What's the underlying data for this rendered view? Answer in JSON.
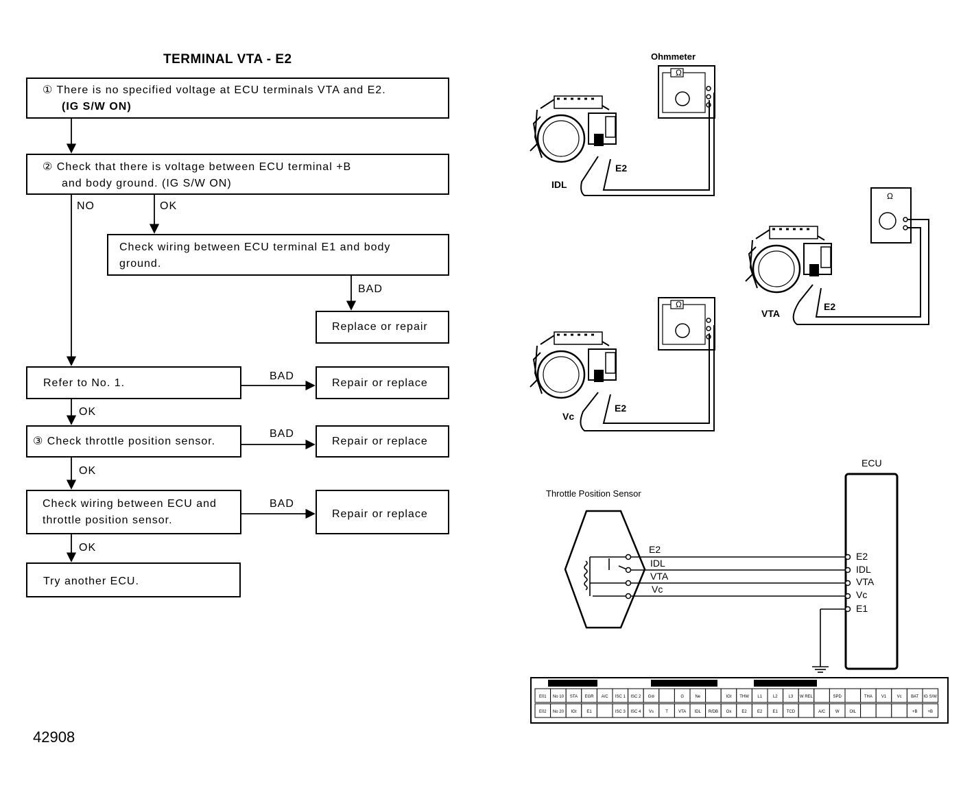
{
  "title": "TERMINAL VTA - E2",
  "doc_number": "42908",
  "flow": {
    "step1": {
      "line1": "① There is no specified voltage at ECU terminals VTA and E2.",
      "line2": "(IG S/W ON)"
    },
    "step2": {
      "line1": "② Check that there is voltage between ECU terminal +B",
      "line2": "and body ground. (IG S/W ON)"
    },
    "no_label": "NO",
    "ok_label": "OK",
    "check_e1": {
      "line1": "Check wiring between ECU terminal E1 and body",
      "line2": "ground."
    },
    "bad_label": "BAD",
    "replace_or_repair": "Replace or repair",
    "refer_no1": "Refer to No. 1.",
    "repair_or_replace": "Repair or replace",
    "step3": "③ Check throttle position sensor.",
    "check_wiring_tps": {
      "line1": "Check wiring between ECU and",
      "line2": "throttle position sensor."
    },
    "try_another": "Try another ECU."
  },
  "illustrations": {
    "ohmmeter_label": "Ohmmeter",
    "ohm_symbol": "Ω",
    "top": {
      "left_terminal": "IDL",
      "right_terminal": "E2"
    },
    "middle": {
      "left_terminal": "VTA",
      "right_terminal": "E2"
    },
    "bottom": {
      "left_terminal": "Vc",
      "right_terminal": "E2"
    }
  },
  "circuit": {
    "sensor_label": "Throttle Position Sensor",
    "ecu_label": "ECU",
    "sensor_pins": [
      "E2",
      "IDL",
      "VTA",
      "Vc"
    ],
    "ecu_pins": [
      "E2",
      "IDL",
      "VTA",
      "Vc",
      "E1"
    ]
  },
  "connector": {
    "row1": [
      "E01",
      "No 10",
      "STA",
      "EGR",
      "A/C",
      "ISC 1",
      "ISC 2",
      "G⊖",
      "",
      "G",
      "Ne",
      "",
      "IGt",
      "THW",
      "L1",
      "L2",
      "L3",
      "W REL",
      "",
      "SPD",
      "",
      "THA",
      "V1",
      "Vc",
      "BAT",
      "IG S/W"
    ],
    "row2": [
      "E02",
      "No 20",
      "IGt",
      "E1",
      "",
      "ISC 3",
      "ISC 4",
      "Vs",
      "T",
      "VTA",
      "IDL",
      "R/DB",
      "Ox",
      "E2",
      "E2",
      "E1",
      "TCD",
      "",
      "A/C",
      "W",
      "OIL",
      "",
      "",
      "",
      "+B",
      "+B"
    ]
  }
}
